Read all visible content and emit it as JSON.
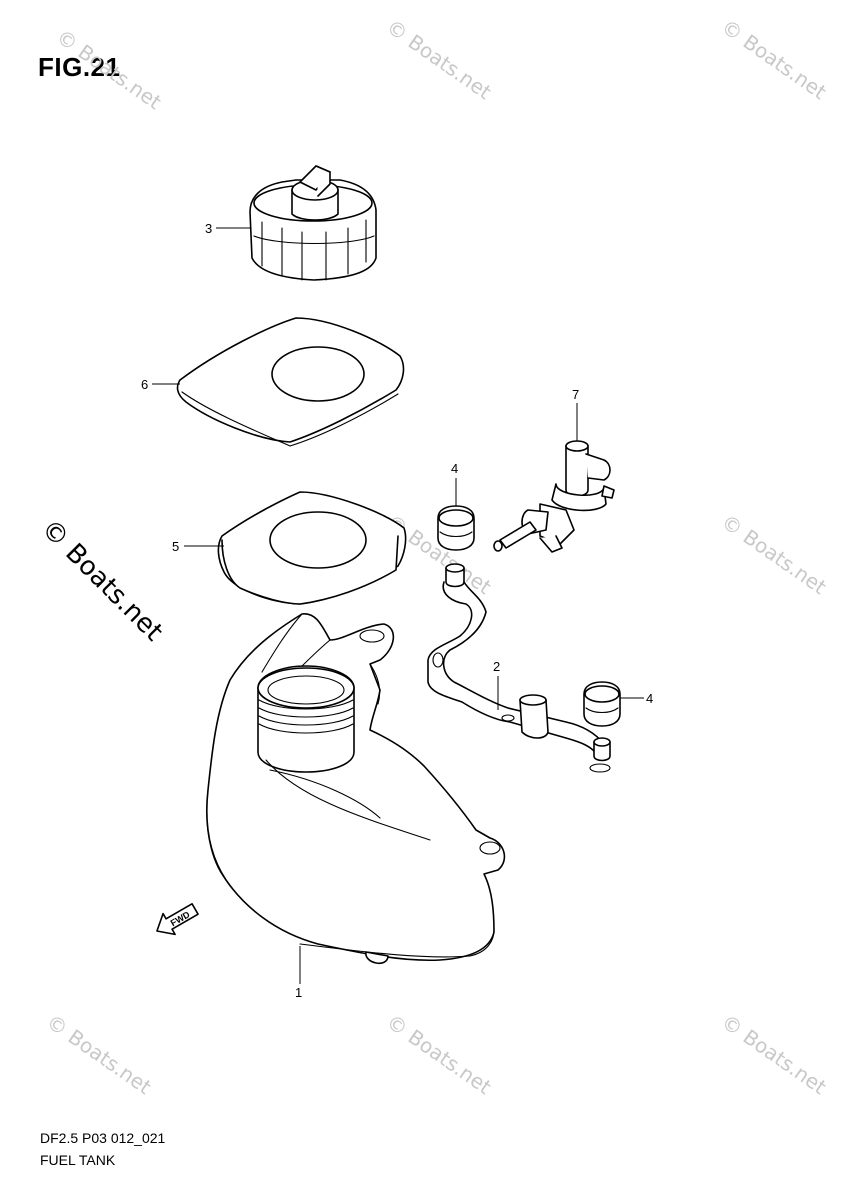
{
  "figure": {
    "title": "FIG.21",
    "code": "DF2.5 P03 012_021",
    "name": "FUEL TANK"
  },
  "callouts": [
    {
      "id": "3",
      "label": "3"
    },
    {
      "id": "6",
      "label": "6"
    },
    {
      "id": "7",
      "label": "7"
    },
    {
      "id": "4a",
      "label": "4"
    },
    {
      "id": "5",
      "label": "5"
    },
    {
      "id": "2",
      "label": "2"
    },
    {
      "id": "4b",
      "label": "4"
    },
    {
      "id": "1",
      "label": "1"
    }
  ],
  "arrow": {
    "label": "FWD"
  },
  "watermark": {
    "small": "© Boats.net",
    "large": "© Boats.net"
  }
}
